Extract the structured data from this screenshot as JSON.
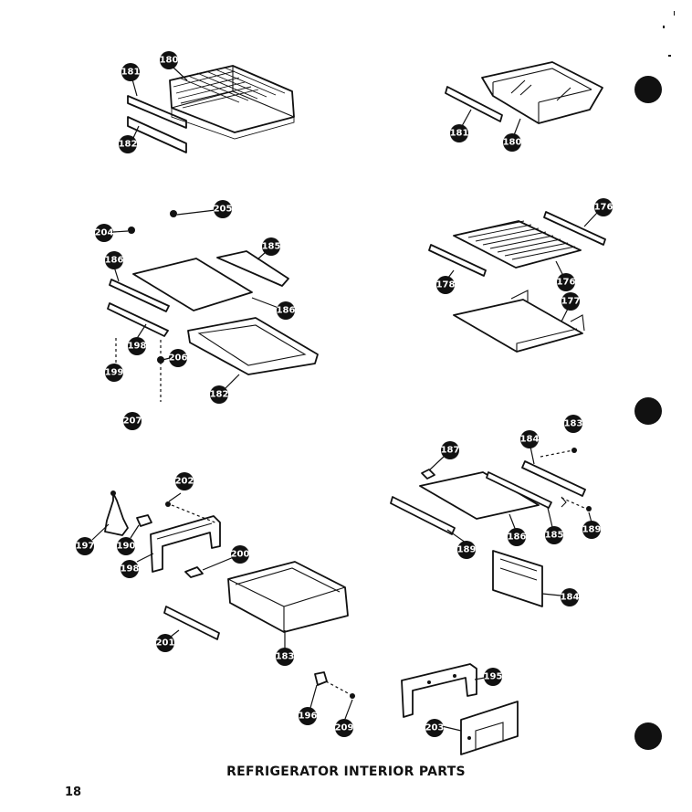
{
  "page": {
    "title": "REFRIGERATOR INTERIOR  PARTS",
    "page_number": "18"
  },
  "callouts": [
    {
      "id": "c-181a",
      "label": "181"
    },
    {
      "id": "c-180a",
      "label": "180"
    },
    {
      "id": "c-182a",
      "label": "182"
    },
    {
      "id": "c-181b",
      "label": "181"
    },
    {
      "id": "c-180b",
      "label": "180"
    },
    {
      "id": "c-205",
      "label": "205"
    },
    {
      "id": "c-204",
      "label": "204"
    },
    {
      "id": "c-185a",
      "label": "185"
    },
    {
      "id": "c-186a",
      "label": "186"
    },
    {
      "id": "c-186b",
      "label": "186"
    },
    {
      "id": "c-198a",
      "label": "198"
    },
    {
      "id": "c-199",
      "label": "199"
    },
    {
      "id": "c-206",
      "label": "206"
    },
    {
      "id": "c-182b",
      "label": "182"
    },
    {
      "id": "c-207a",
      "label": "207"
    },
    {
      "id": "c-176a",
      "label": "176"
    },
    {
      "id": "c-178",
      "label": "178"
    },
    {
      "id": "c-176b",
      "label": "176"
    },
    {
      "id": "c-177",
      "label": "177"
    },
    {
      "id": "c-184a",
      "label": "184"
    },
    {
      "id": "c-183a",
      "label": "183"
    },
    {
      "id": "c-187",
      "label": "187"
    },
    {
      "id": "c-186c",
      "label": "186"
    },
    {
      "id": "c-185b",
      "label": "185"
    },
    {
      "id": "c-189a",
      "label": "189"
    },
    {
      "id": "c-189b",
      "label": "189"
    },
    {
      "id": "c-184b",
      "label": "184"
    },
    {
      "id": "c-202",
      "label": "202"
    },
    {
      "id": "c-197",
      "label": "197"
    },
    {
      "id": "c-190",
      "label": "190"
    },
    {
      "id": "c-198b",
      "label": "198"
    },
    {
      "id": "c-200",
      "label": "200"
    },
    {
      "id": "c-201",
      "label": "201"
    },
    {
      "id": "c-183b",
      "label": "183"
    },
    {
      "id": "c-195",
      "label": "195"
    },
    {
      "id": "c-196",
      "label": "196"
    },
    {
      "id": "c-209",
      "label": "209"
    },
    {
      "id": "c-203",
      "label": "203"
    }
  ]
}
